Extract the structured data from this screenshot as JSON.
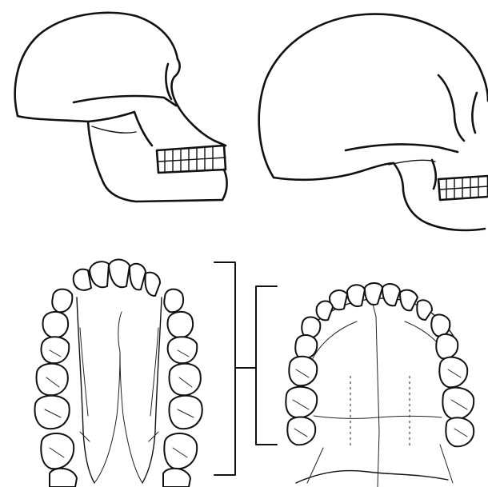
{
  "figure": {
    "panels": [
      {
        "id": "ape-skull-lateral",
        "icon": "ape-skull-icon"
      },
      {
        "id": "human-skull-lateral",
        "icon": "human-skull-icon"
      },
      {
        "id": "ape-palate-occlusal",
        "icon": "ape-dental-arcade-icon"
      },
      {
        "id": "human-palate-occlusal",
        "icon": "human-dental-arcade-icon"
      }
    ],
    "ink_color": "#111111",
    "background": "#ffffff"
  }
}
